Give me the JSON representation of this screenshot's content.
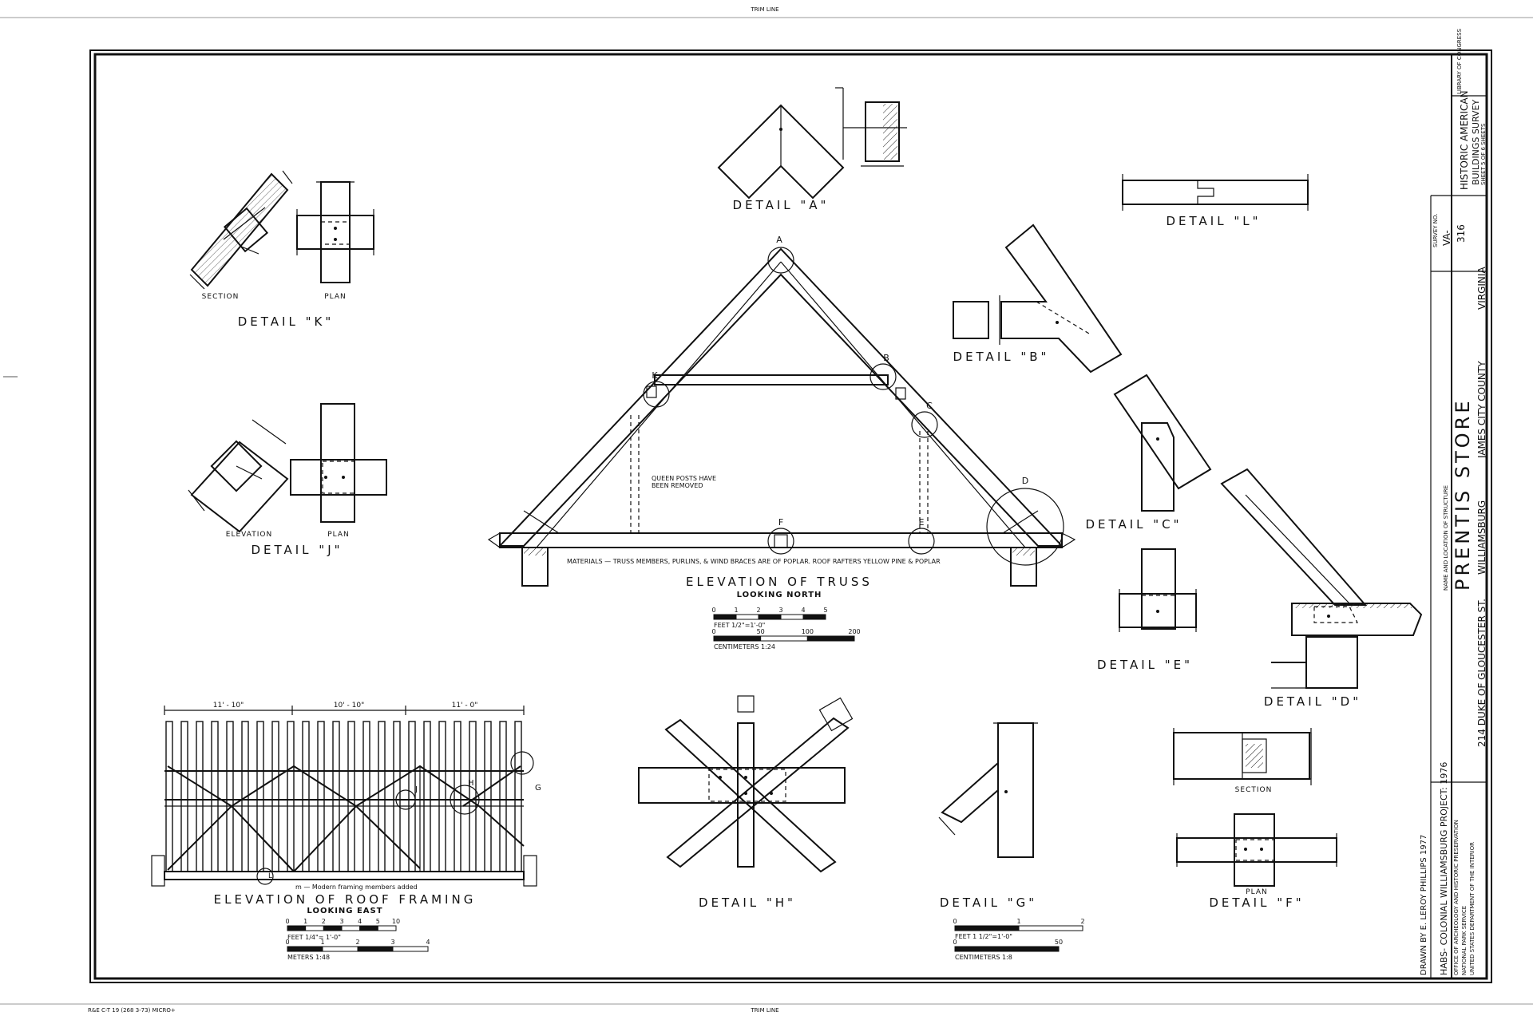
{
  "sheet": {
    "trim_top": "TRIM LINE",
    "trim_bottom": "TRIM LINE",
    "print_code": "R&E C-T 19 (268 3-73) MICRO+"
  },
  "details": {
    "a": "DETAIL \"A\"",
    "b": "DETAIL \"B\"",
    "c": "DETAIL \"C\"",
    "d": "DETAIL \"D\"",
    "e": "DETAIL \"E\"",
    "f": "DETAIL \"F\"",
    "g": "DETAIL \"G\"",
    "h": "DETAIL \"H\"",
    "j": "DETAIL \"J\"",
    "k": "DETAIL \"K\"",
    "l": "DETAIL \"L\""
  },
  "view_labels": {
    "k_section": "SECTION",
    "k_plan": "PLAN",
    "j_elevation": "ELEVATION",
    "j_plan": "PLAN",
    "f_section": "SECTION",
    "f_plan": "PLAN"
  },
  "truss": {
    "title": "ELEVATION OF TRUSS",
    "subtitle": "LOOKING NORTH",
    "note_queen_posts_1": "QUEEN POSTS HAVE",
    "note_queen_posts_2": "BEEN REMOVED",
    "materials": "MATERIALS — TRUSS MEMBERS, PURLINS, & WIND BRACES ARE OF POPLAR.  ROOF RAFTERS YELLOW PINE & POPLAR",
    "markers": [
      "A",
      "B",
      "C",
      "D",
      "E",
      "F",
      "K"
    ],
    "scale_feet_ticks": [
      "0",
      "1",
      "2",
      "3",
      "4",
      "5"
    ],
    "scale_feet_label": "FEET   1/2\"=1'-0\"",
    "scale_cm_ticks": [
      "0",
      "50",
      "100",
      "200"
    ],
    "scale_cm_label": "CENTIMETERS   1:24"
  },
  "roof_framing": {
    "title": "ELEVATION OF ROOF FRAMING",
    "subtitle": "LOOKING EAST",
    "dims": [
      "11' - 10\"",
      "10' - 10\"",
      "11' - 0\""
    ],
    "legend": "m — Modern framing members added",
    "markers": [
      "G",
      "H",
      "J",
      "L"
    ],
    "scale_feet_ticks": [
      "0",
      "1",
      "2",
      "3",
      "4",
      "5",
      "10"
    ],
    "scale_feet_label": "FEET   1/4\"= 1'-0\"",
    "scale_m_ticks": [
      "0",
      "1",
      "2",
      "3",
      "4"
    ],
    "scale_m_label": "METERS   1:48"
  },
  "detail_g_scale": {
    "feet_ticks": [
      "0",
      "1",
      "2"
    ],
    "feet_label": "FEET   1 1/2\"=1'-0\"",
    "cm_ticks": [
      "0",
      "50"
    ],
    "cm_label": "CENTIMETERS   1:8"
  },
  "title_block": {
    "agency": "HISTORIC AMERICAN",
    "agency_2": "BUILDINGS SURVEY",
    "sheet_no": "SHEET 5 OF 6 SHEETS",
    "survey_label": "SURVEY NO.",
    "survey_no": "VA-",
    "survey_no_2": "316",
    "loc_label": "NAME AND LOCATION OF STRUCTURE",
    "structure": "PRENTIS   STORE",
    "address": "214  DUKE  OF  GLOUCESTER  ST.",
    "city": "WILLIAMSBURG",
    "county": "JAMES  CITY  COUNTY",
    "state": "VIRGINIA",
    "project": "HABS- COLONIAL WILLIAMSBURG PROJECT: 1976",
    "office_1": "OFFICE OF ARCHEOLOGY AND HISTORIC PRESERVATION",
    "office_2": "NATIONAL PARK SERVICE",
    "office_3": "UNITED STATES DEPARTMENT OF THE INTERIOR",
    "drawn_by": "DRAWN BY   E. LEROY  PHILLIPS   1977",
    "library": "LIBRARY OF CONGRESS"
  }
}
